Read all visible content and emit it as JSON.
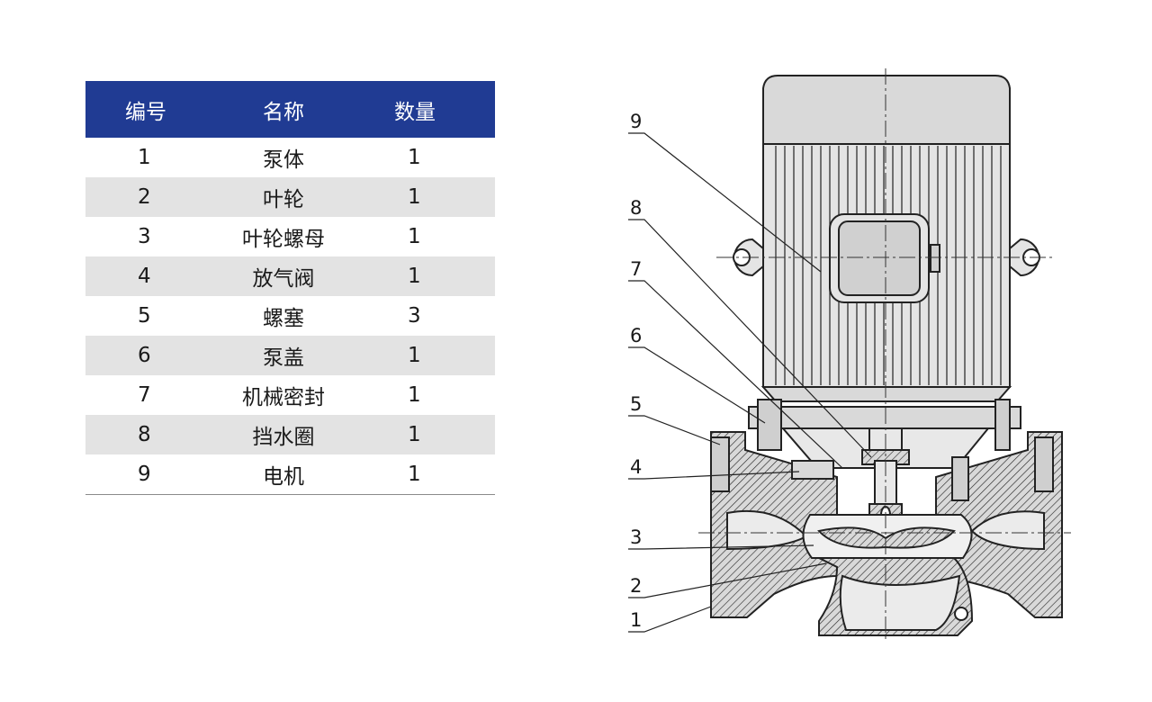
{
  "table": {
    "headers": [
      "编号",
      "名称",
      "数量"
    ],
    "rows": [
      {
        "no": "1",
        "name": "泵体",
        "qty": "1"
      },
      {
        "no": "2",
        "name": "叶轮",
        "qty": "1"
      },
      {
        "no": "3",
        "name": "叶轮螺母",
        "qty": "1"
      },
      {
        "no": "4",
        "name": "放气阀",
        "qty": "1"
      },
      {
        "no": "5",
        "name": "螺塞",
        "qty": "3"
      },
      {
        "no": "6",
        "name": "泵盖",
        "qty": "1"
      },
      {
        "no": "7",
        "name": "机械密封",
        "qty": "1"
      },
      {
        "no": "8",
        "name": "挡水圈",
        "qty": "1"
      },
      {
        "no": "9",
        "name": "电机",
        "qty": "1"
      }
    ]
  },
  "diagram": {
    "callouts": [
      "9",
      "8",
      "7",
      "6",
      "5",
      "4",
      "3",
      "2",
      "1"
    ]
  },
  "colors": {
    "header_bg": "#203b93",
    "stripe": "#e3e3e3",
    "drawing_fill": "#d9d9d9"
  }
}
